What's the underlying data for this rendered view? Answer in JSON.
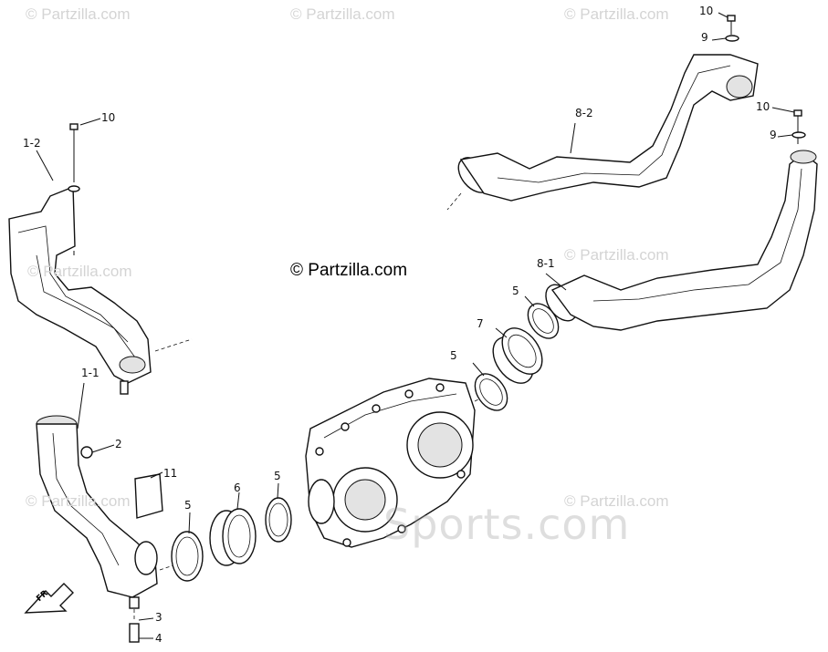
{
  "watermarks": {
    "partzilla_tag": "© Partzilla.com",
    "brand_center": "© Partzilla.com",
    "dealer": "Sports.com"
  },
  "front_arrow_label": "FR",
  "callouts": [
    {
      "id": "10-top",
      "text": "10"
    },
    {
      "id": "9-top",
      "text": "9"
    },
    {
      "id": "10-right",
      "text": "10"
    },
    {
      "id": "9-right",
      "text": "9"
    },
    {
      "id": "8-2",
      "text": "8-2"
    },
    {
      "id": "8-1",
      "text": "8-1"
    },
    {
      "id": "1-2",
      "text": "1-2"
    },
    {
      "id": "10-left",
      "text": "10"
    },
    {
      "id": "1-1",
      "text": "1-1"
    },
    {
      "id": "2",
      "text": "2"
    },
    {
      "id": "11",
      "text": "11"
    },
    {
      "id": "5-a",
      "text": "5"
    },
    {
      "id": "6",
      "text": "6"
    },
    {
      "id": "5-b",
      "text": "5"
    },
    {
      "id": "5-c",
      "text": "5"
    },
    {
      "id": "7",
      "text": "7"
    },
    {
      "id": "5-d",
      "text": "5"
    },
    {
      "id": "3",
      "text": "3"
    },
    {
      "id": "4",
      "text": "4"
    }
  ]
}
